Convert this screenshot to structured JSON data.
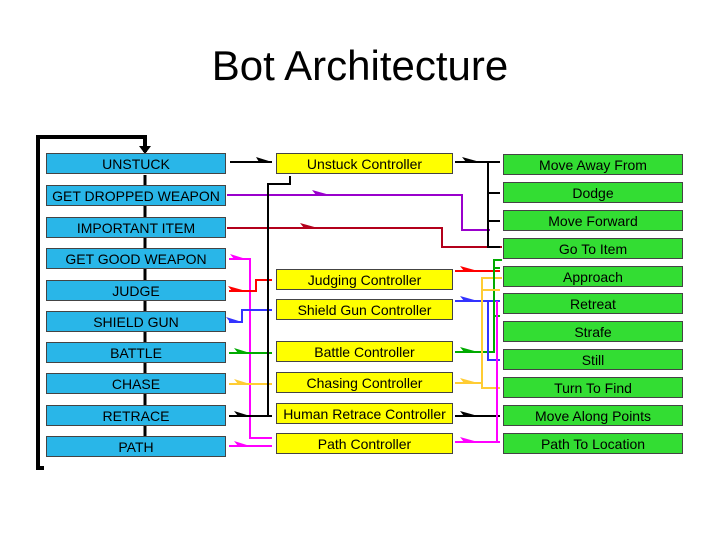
{
  "title": "Bot Architecture",
  "colors": {
    "state_fill": "#29b6e8",
    "controller_fill": "#ffff00",
    "action_fill": "#33dd33",
    "line_black": "#000000",
    "line_purple": "#9900cc",
    "line_darkred": "#b3001b",
    "line_red": "#ff0000",
    "line_blue": "#3333ff",
    "line_green": "#00aa00",
    "line_yellow": "#ffcc33",
    "line_magenta": "#ff00ff"
  },
  "states": [
    "UNSTUCK",
    "GET DROPPED WEAPON",
    "IMPORTANT ITEM",
    "GET GOOD WEAPON",
    "JUDGE",
    "SHIELD GUN",
    "BATTLE",
    "CHASE",
    "RETRACE",
    "PATH"
  ],
  "controllers": [
    "Unstuck Controller",
    "Judging Controller",
    "Shield Gun Controller",
    "Battle Controller",
    "Chasing Controller",
    "Human Retrace Controller",
    "Path Controller"
  ],
  "actions": [
    "Move Away From",
    "Dodge",
    "Move Forward",
    "Go To Item",
    "Approach",
    "Retreat",
    "Strafe",
    "Still",
    "Turn To Find",
    "Move Along Points",
    "Path To Location"
  ]
}
